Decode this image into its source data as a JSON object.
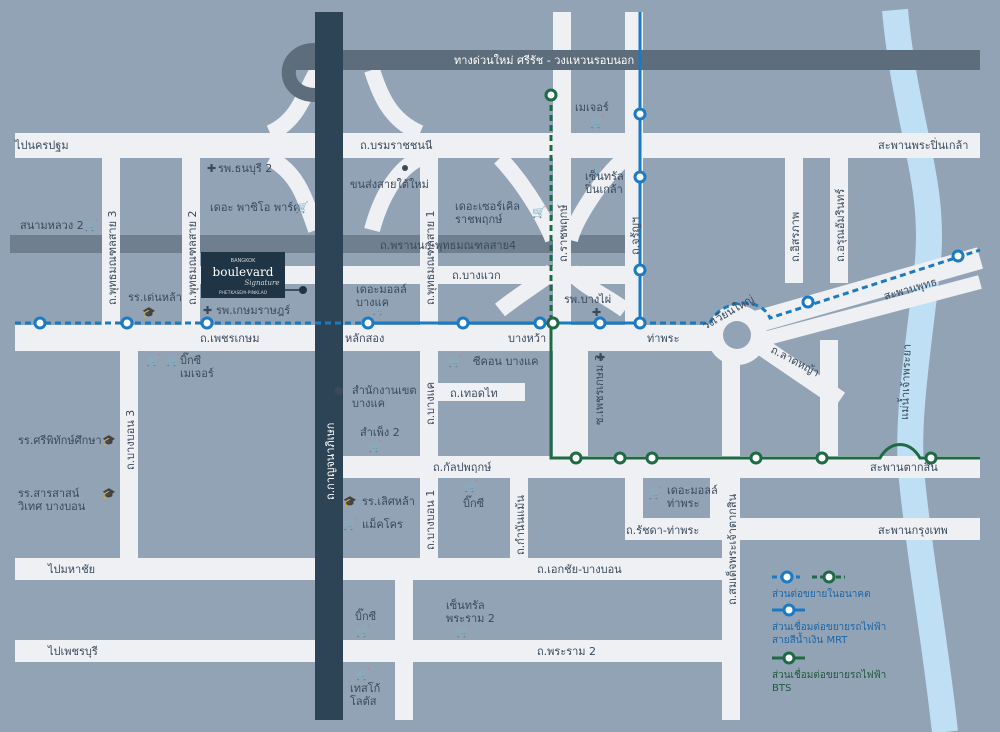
{
  "colors": {
    "background": "#93a3b6",
    "road": "#eef0f3",
    "expressway": "#5e6d7c",
    "kanchanaphisek": "#2c4456",
    "river": "#bfe0f4",
    "mrt_blue": "#1a7bc4",
    "bts_green": "#1d6a44",
    "logo_bg": "#1f3445"
  },
  "roads": {
    "expressway": "ทางด่วนใหม่ ศรีรัช - วงแหวนรอบนอก",
    "kanchanaphisek": "ถ.กาญจนาภิเษก",
    "borommaratchachonnani": "ถ.บรมราชชนนี",
    "phran_nok": "ถ.พรานนก-พุทธมณฑลสาย4",
    "bang_waek": "ถ.บางแวก",
    "phetkasem": "ถ.เพชรเกษม",
    "thoet_thai": "ถ.เทอดไท",
    "kanlapaphruek": "ถ.กัลปพฤกษ์",
    "ratchada_thapra": "ถ.รัชดา-ท่าพระ",
    "ekkachai": "ถ.เอกชัย-บางบอน",
    "rama2": "ถ.พระราม 2",
    "phutthamonthon3": "ถ.พุทธมณฑลสาย 3",
    "phutthamonthon2": "ถ.พุทธมณฑลสาย 2",
    "phutthamonthon1": "ถ.พุทธมณฑลสาย 1",
    "bang_bon3": "ถ.บางบอน 3",
    "bang_khae": "ถ.บางแค",
    "bang_bon1": "ถ.บางบอน 1",
    "kamnan_maen": "ถ.กำนันแม้น",
    "ratchaphruek": "ถ.ราชพฤกษ์",
    "phetkasem_sep": "ถ.เพชรเกษม",
    "charansanitwong": "ถ.จรัญฯ",
    "isaraphap": "ถ.อิสรภาพ",
    "arun_amarin": "ถ.อรุณอัมรินทร์",
    "lat_ya": "ถ.ลาดหญ้า",
    "somdet_chaophraya": "ถ.สมเด็จพระเจ้าตากสิน",
    "bang_phai_sub": "ซ.เพชรเกษม 3"
  },
  "directions": {
    "nakhon_pathom": "ไปนครปฐม",
    "mahachai": "ไปมหาชัย",
    "phetchaburi": "ไปเพชรบุรี"
  },
  "bridges": {
    "pin_klao": "สะพานพระปิ่นเกล้า",
    "phut": "สะพานพุทธ",
    "taksin": "สะพานตากสิน",
    "krung_thep": "สะพานกรุงเทพ"
  },
  "river": "แม่น้ำเจ้าพระยา",
  "circle": "วงเวียนใหญ่",
  "stations": {
    "lak_song": "หลักสอง",
    "bang_wa": "บางหว้า",
    "tha_phra": "ท่าพระ"
  },
  "places": {
    "thonburi2": "รพ.ธนบุรี 2",
    "southern_bus": "ขนส่งสายใต้ใหม่",
    "patio_park": "เดอะ พาซิโอ พาร์ค",
    "the_circle": "เดอะเซอร์เคิล\nราชพฤกษ์",
    "mega_bangna": "เมเจอร์",
    "central_pinklao": "เซ็นทรัล\nปิ่นเกล้า",
    "sanam_luang2": "สนามหลวง 2",
    "dan_la": "รร.เด่นหล้า",
    "kasemrad": "รพ.เกษมราษฎร์",
    "the_mall_bangkhae": "เดอะมอลล์\nบางแค",
    "bang_phai_hosp": "รพ.บางไผ่",
    "bigc_major": "บิ๊กซี\nเมเจอร์",
    "seacon": "ซีคอน บางแค",
    "district_office": "สำนักงานเขต\nบางแค",
    "makro_sam": "สำเพ็ง 2",
    "sripatum": "รร.ศรีพิทักษ์ศึกษา",
    "sarasas": "รร.สารสาสน์\nวิเทศ บางบอน",
    "loet_la": "รร.เลิศหล้า",
    "makro": "แม็คโคร",
    "bigc2": "บิ๊กซี",
    "the_mall_thapra": "เดอะมอลล์\nท่าพระ",
    "bigc3": "บิ๊กซี",
    "central_rama2": "เซ็นทรัล\nพระราม 2",
    "lotus": "เทสโก้\nโลตัส"
  },
  "logo": {
    "top": "BANGKOK",
    "main": "boulevard",
    "script": "Signature",
    "bottom": "PHETKASEM-PINKLAO"
  },
  "legend": {
    "future": "ส่วนต่อขยายในอนาคต",
    "mrt": "ส่วนเชื่อมต่อขยายรถไฟฟ้า\nสายสีน้ำเงิน MRT",
    "bts": "ส่วนเชื่อมต่อขยายรถไฟฟ้า\nBTS"
  }
}
